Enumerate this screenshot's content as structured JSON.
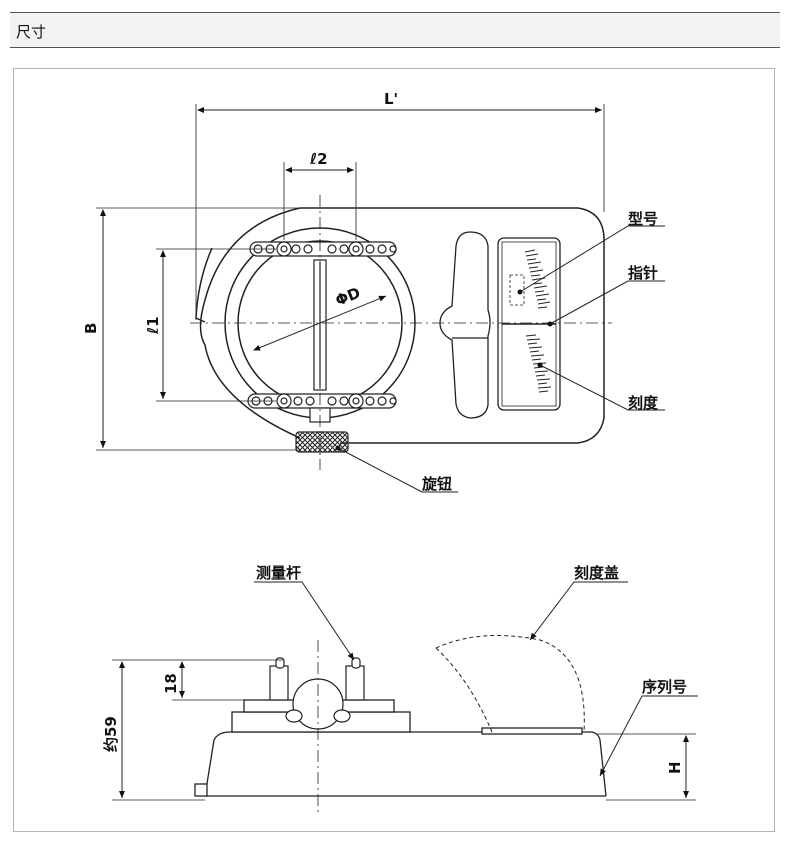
{
  "header": {
    "title": "尺寸"
  },
  "top_view": {
    "dimensions": {
      "overall_length": "L'",
      "pin_spacing": "ℓ2",
      "width": "B",
      "measuring_span": "ℓ1",
      "diameter": "ΦD"
    },
    "callouts": {
      "model": "型号",
      "pointer": "指针",
      "scale": "刻度",
      "knob": "旋钮"
    }
  },
  "side_view": {
    "dimensions": {
      "rod_height": "18",
      "total_height": "约59",
      "base_height": "H"
    },
    "callouts": {
      "rod": "测量杆",
      "scale_cover": "刻度盖",
      "serial": "序列号"
    }
  }
}
